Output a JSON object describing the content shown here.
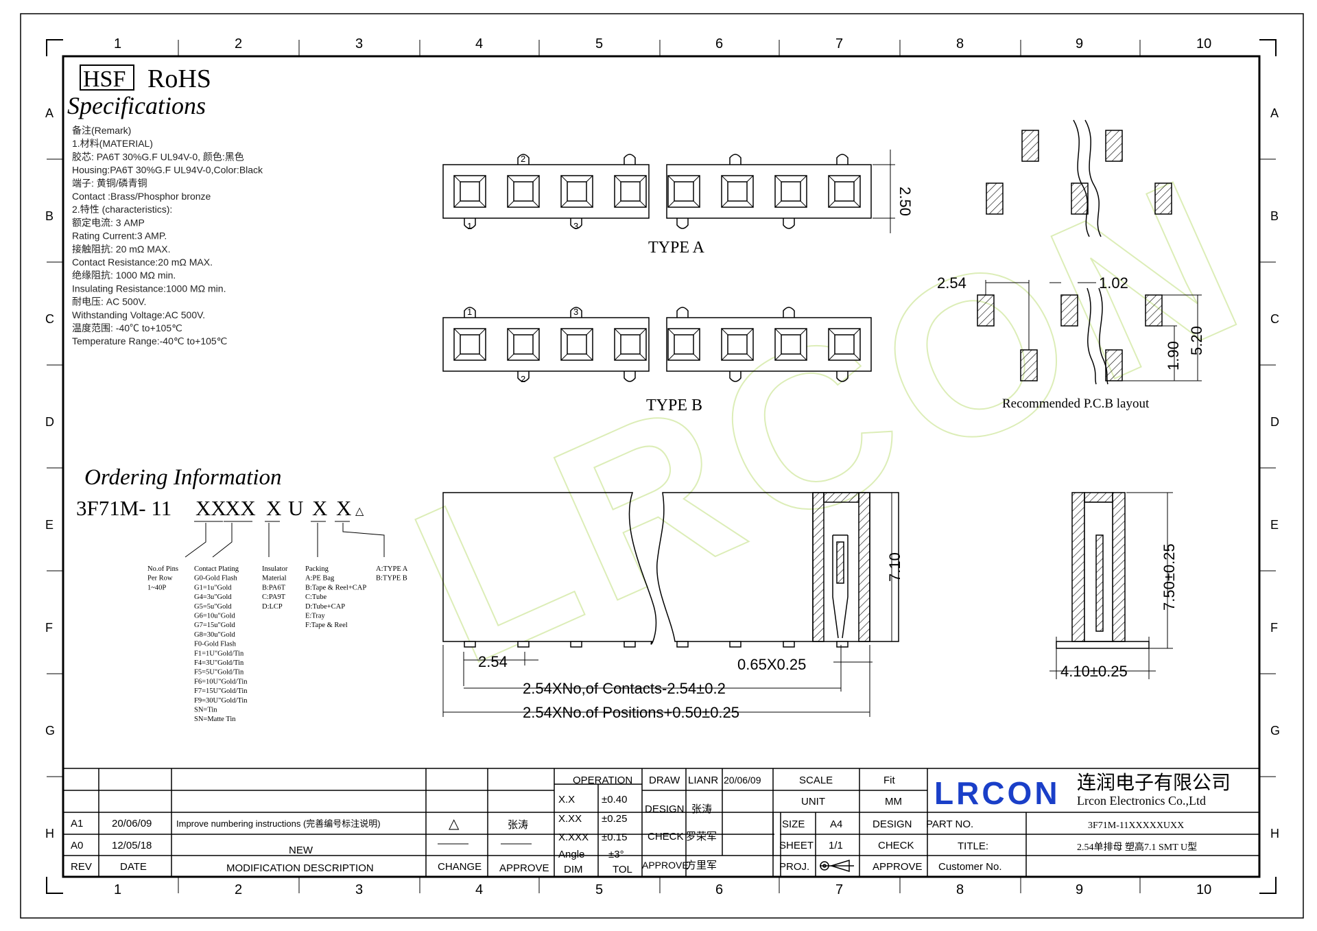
{
  "frame": {
    "columns": [
      "1",
      "2",
      "3",
      "4",
      "5",
      "6",
      "7",
      "8",
      "9",
      "10"
    ],
    "rows": [
      "A",
      "B",
      "C",
      "D",
      "E",
      "F",
      "G",
      "H"
    ]
  },
  "header": {
    "hsf": "HSF",
    "rohs": "RoHS",
    "specifications_title": "Specifications"
  },
  "specs": [
    "备注(Remark)",
    "1.材料(MATERIAL)",
    "胶芯: PA6T 30%G.F UL94V-0, 颜色:黑色",
    "Housing:PA6T 30%G.F UL94V-0,Color:Black",
    "端子: 黄铜/磷青铜",
    "Contact :Brass/Phosphor bronze",
    "2.特性 (characteristics):",
    "额定电流: 3 AMP",
    "Rating Current:3 AMP.",
    "接触阻抗: 20 mΩ MAX.",
    "Contact Resistance:20 mΩ MAX.",
    "绝缘阻抗: 1000 MΩ min.",
    "Insulating Resistance:1000 MΩ  min.",
    "耐电压: AC 500V.",
    "Withstanding Voltage:AC 500V.",
    "温度范围: -40℃ to+105℃",
    "Temperature Range:-40℃ to+105℃"
  ],
  "views": {
    "type_a": "TYPE A",
    "type_b": "TYPE B",
    "pcb_layout": "Recommended P.C.B layout",
    "pin_labels_a": [
      "2",
      "1",
      "3"
    ],
    "pin_labels_b": [
      "1",
      "3",
      "2"
    ]
  },
  "dimensions": {
    "height_250": "2.50",
    "pcb_254": "2.54",
    "pcb_102": "1.02",
    "pcb_190": "1.90",
    "pcb_520": "5.20",
    "height_710": "7.10",
    "pitch_254": "2.54",
    "pin_size": "0.65X0.25",
    "contacts_len": "2.54XNo,of Contacts-2.54±0.2",
    "positions_len": "2.54XNo.of Positions+0.50±0.25",
    "side_height": "7.50±0.25",
    "side_width": "4.10±0.25"
  },
  "ordering": {
    "title": "Ordering Information",
    "code_prefix": "3F71M- 11",
    "code_parts": [
      "XX",
      "XX",
      "X",
      "U",
      "X",
      "X"
    ],
    "labels": {
      "pins": [
        "No.of Pins",
        "Per Row",
        "1~40P"
      ],
      "plating": [
        "Contact Plating",
        "G0-Gold Flash",
        "G1=1u\"Gold",
        "G4=3u\"Gold",
        "G5=5u\"Gold",
        "G6=10u\"Gold",
        "G7=15u\"Gold",
        "G8=30u\"Gold",
        "F0-Gold Flash",
        "F1=1U\"Gold/Tin",
        "F4=3U\"Gold/Tin",
        "F5=5U\"Gold/Tin",
        "F6=10U\"Gold/Tin",
        "F7=15U\"Gold/Tin",
        "F9=30U\"Gold/Tin",
        "SN=Tin",
        "SN=Matte Tin"
      ],
      "insulator": [
        "Insulator",
        "Material",
        "B:PA6T",
        "C:PA9T",
        "D:LCP"
      ],
      "packing": [
        "Packing",
        "A:PE Bag",
        "B:Tape & Reel+CAP",
        "C:Tube",
        "D:Tube+CAP",
        "E:Tray",
        "F:Tape & Reel"
      ],
      "type": [
        "A:TYPE A",
        "B:TYPE B"
      ]
    }
  },
  "watermark": "LRCON",
  "revision_table": {
    "rows": [
      {
        "rev": "A1",
        "date": "20/06/09",
        "desc": "Improve numbering instructions (完善编号标注说明)",
        "change": "△",
        "approve": "张涛"
      },
      {
        "rev": "A0",
        "date": "12/05/18",
        "desc": "NEW",
        "change": "———",
        "approve": "———"
      }
    ],
    "headers": {
      "rev": "REV",
      "date": "DATE",
      "desc": "MODIFICATION DESCRIPTION",
      "change": "CHANGE",
      "approve": "APPROVE"
    }
  },
  "tolerance": {
    "operation": "OPERATION",
    "rows": [
      [
        "X.X",
        "±0.40"
      ],
      [
        "X.XX",
        "±0.25"
      ],
      [
        "X.XXX",
        "±0.15"
      ],
      [
        "Angle",
        "±3°"
      ]
    ],
    "dim": "DIM",
    "tol": "TOL"
  },
  "signoff": {
    "draw": "DRAW",
    "draw_name": "LIANR",
    "draw_date": "20/06/09",
    "design": "DESIGN",
    "design_name": "张涛",
    "check": "CHECK",
    "check_name": "罗荣军",
    "approve": "APPROVE",
    "approve_name": "方里军"
  },
  "sheet_info": {
    "scale": "SCALE",
    "scale_val": "Fit",
    "unit": "UNIT",
    "unit_val": "MM",
    "size": "SIZE",
    "size_val": "A4",
    "sheet": "SHEET",
    "sheet_val": "1/1",
    "proj": "PROJ.",
    "design": "DESIGN",
    "check": "CHECK",
    "approve": "APPROVE"
  },
  "company": {
    "logo": "LRCON",
    "name_cn": "连润电子有限公司",
    "name_en": "Lrcon Electronics Co.,Ltd",
    "part_no_label": "PART NO.",
    "part_no": "3F71M-11XXXXXUXX",
    "title_label": "TITLE:",
    "title": "2.54单排母 塑高7.1  SMT U型",
    "customer_label": "Customer No.",
    "brand_color": "#1a3fc8"
  }
}
